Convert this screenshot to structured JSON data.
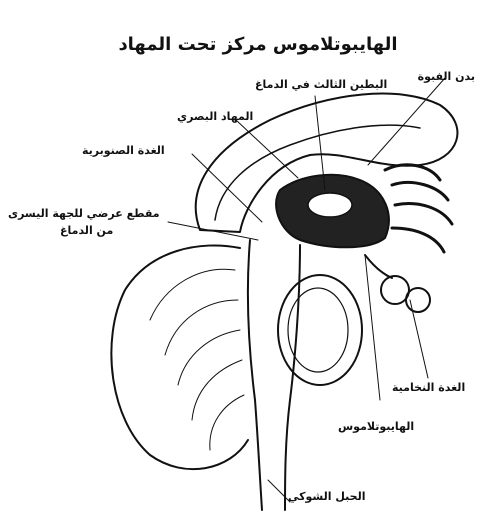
{
  "title": "الهايبوتلاموس مركز تحت المهاد",
  "labels": {
    "corpus_callosum": "بدن الفبوة",
    "third_ventricle": "البطين الثالث في الدماغ",
    "thalamus": "المهاد البصري",
    "pineal_gland": "الغدة الصنوبرية",
    "cross_section_line1": "مقطع عرضي للجهة اليسرى",
    "cross_section_line2": "من الدماغ",
    "pituitary_gland": "الغدة النخامية",
    "hypothalamus": "الهايبوتلاموس",
    "spinal_cord": "الحبل الشوكي"
  }
}
